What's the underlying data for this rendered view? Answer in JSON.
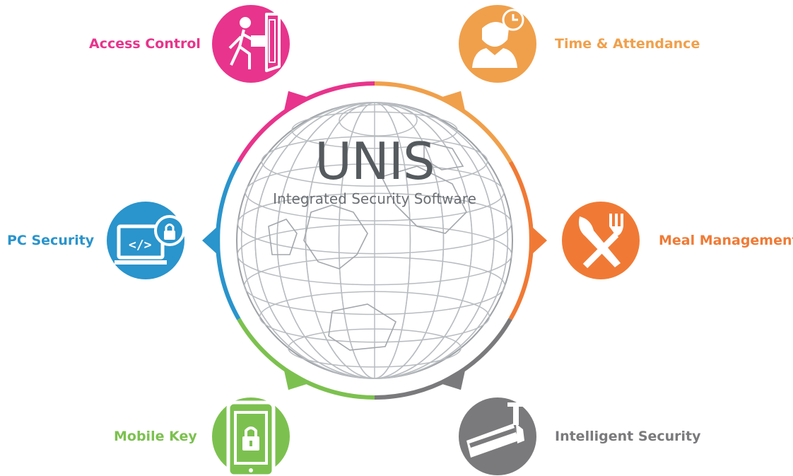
{
  "center": {
    "title": "UNIS",
    "subtitle": "Integrated Security Software"
  },
  "modules": [
    {
      "key": "access",
      "label": "Access Control",
      "color": "#e8348c",
      "icon": "person-door-icon"
    },
    {
      "key": "time",
      "label": "Time & Attendance",
      "color": "#f0a04b",
      "icon": "person-clock-icon"
    },
    {
      "key": "meal",
      "label": "Meal Management",
      "color": "#f07a35",
      "icon": "fork-knife-icon"
    },
    {
      "key": "intel",
      "label": "Intelligent Security",
      "color": "#7a7a7c",
      "icon": "cctv-camera-icon"
    },
    {
      "key": "mobile",
      "label": "Mobile Key",
      "color": "#7cc14f",
      "icon": "phone-lock-icon"
    },
    {
      "key": "pc",
      "label": "PC Security",
      "color": "#2a94cc",
      "icon": "monitor-lock-icon"
    }
  ],
  "globe": {
    "line_color": "#b8bcc0"
  }
}
